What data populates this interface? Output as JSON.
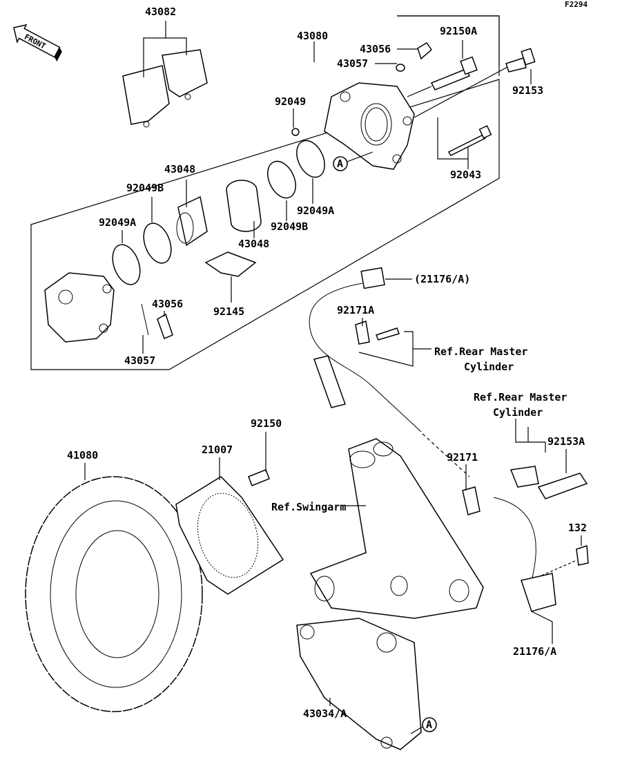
{
  "diagram_code": "F2294",
  "front_arrow": "FRONT",
  "labels": {
    "pads": "43082",
    "caliper_assy": "43080",
    "bleed_valve_top": "43056",
    "cap_top": "43057",
    "bolt_top": "92150A",
    "bolt_right": "92153",
    "oring_small": "92049",
    "pin": "92043",
    "ref_a_top": "A",
    "piston_left": "43048",
    "seal_b_left": "92049B",
    "seal_a_left": "92049A",
    "seal_a_right": "92049A",
    "seal_b_right": "92049B",
    "piston_right": "43048",
    "spring": "92145",
    "bleed_valve_low": "43056",
    "cap_low": "43057",
    "sensor_conn": "(21176/A)",
    "clamp": "92171A",
    "ref_master_1a": "Ref.Rear Master",
    "ref_master_1b": "Cylinder",
    "ref_master_2a": "Ref.Rear Master",
    "ref_master_2b": "Cylinder",
    "bolt_rotor": "92150",
    "bolt_bracket": "92153A",
    "disc": "41080",
    "rotor_ring": "21007",
    "clamp_low": "92171",
    "ref_swingarm": "Ref.Swingarm",
    "bolt_small": "132",
    "sensor": "21176/A",
    "bracket": "43034/A",
    "ref_a_bottom": "A"
  }
}
